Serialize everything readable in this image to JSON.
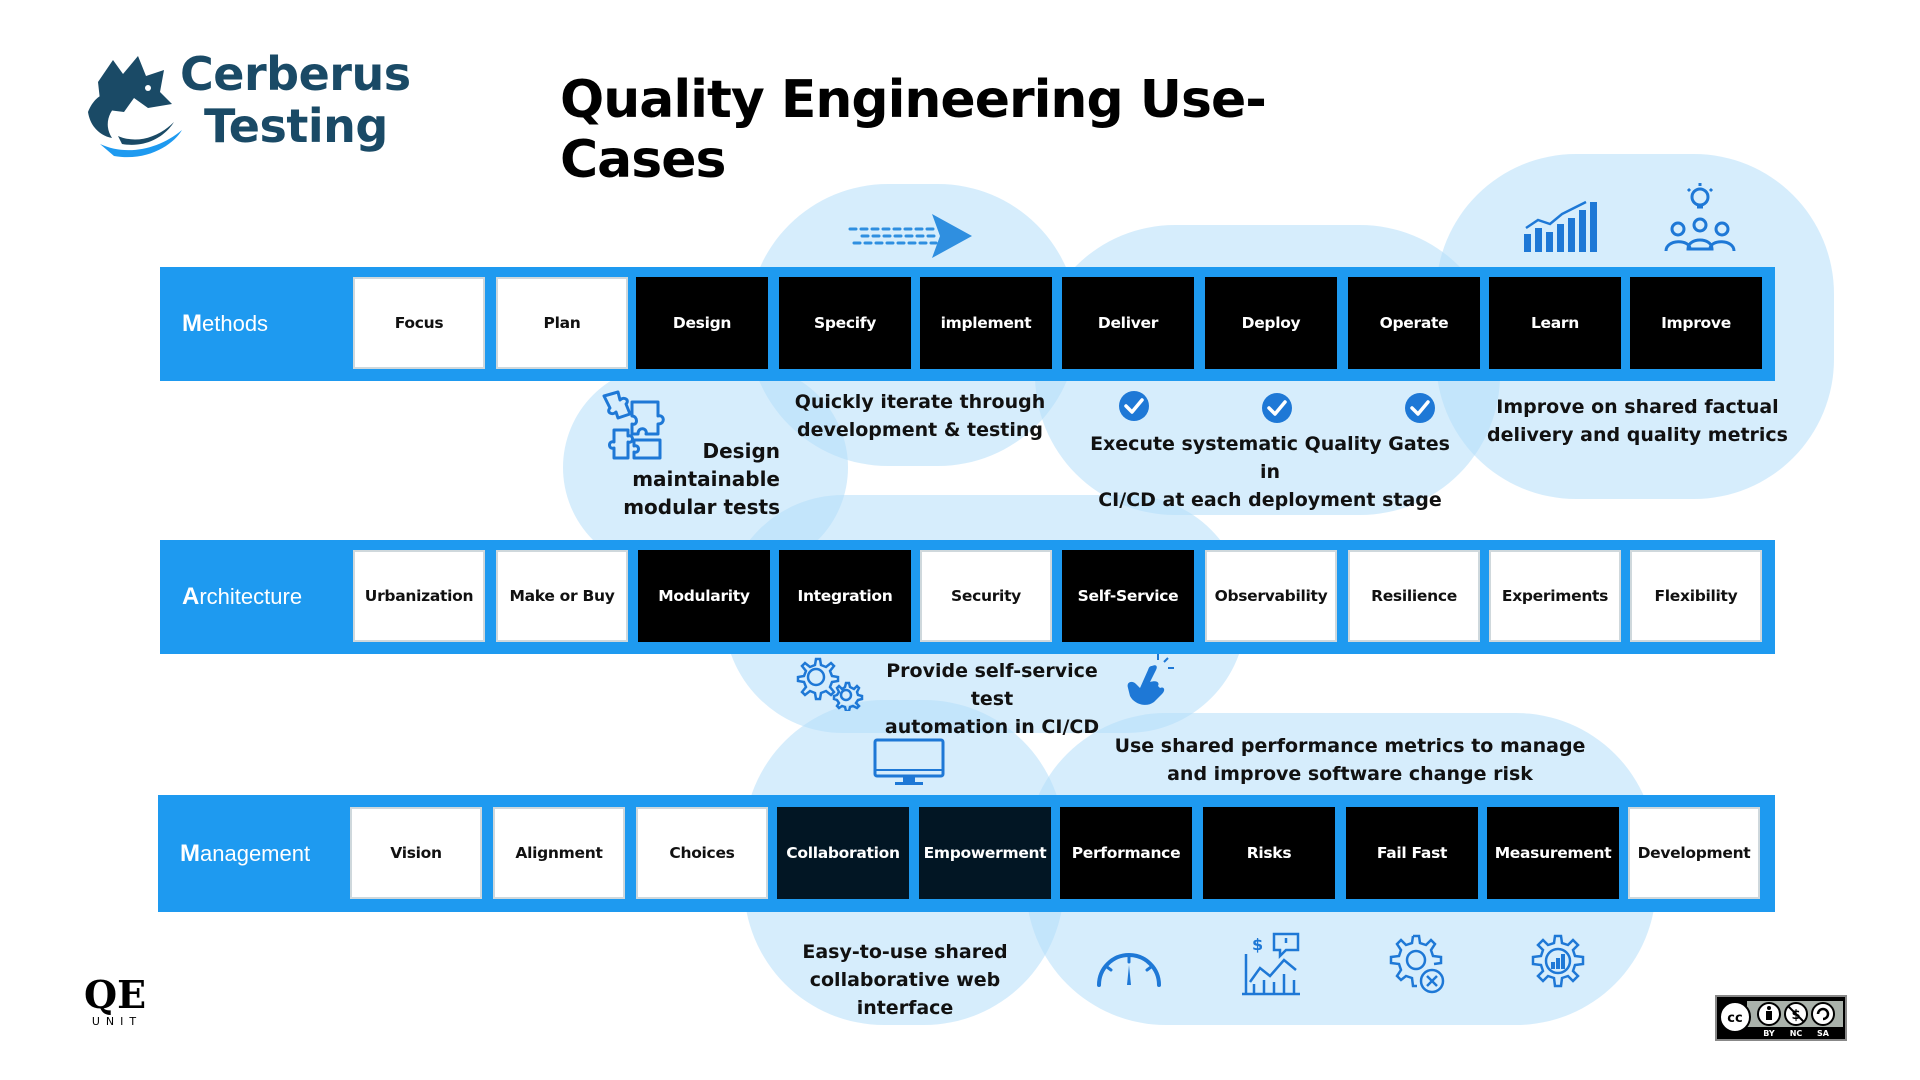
{
  "title": "Quality Engineering Use-Cases",
  "brand": {
    "line1": "Cerberus",
    "line2": "Testing"
  },
  "colors": {
    "accent": "#1e9af0",
    "bubble": "#b4defa",
    "dark_cell": "#000000",
    "brand_text": "#1a4a66"
  },
  "rows": {
    "methods": {
      "label_initial": "M",
      "label_rest": "ethods",
      "cells": [
        {
          "label": "Focus",
          "style": "light"
        },
        {
          "label": "Plan",
          "style": "light"
        },
        {
          "label": "Design",
          "style": "dark"
        },
        {
          "label": "Specify",
          "style": "dark"
        },
        {
          "label": "implement",
          "style": "dark"
        },
        {
          "label": "Deliver",
          "style": "dark"
        },
        {
          "label": "Deploy",
          "style": "dark"
        },
        {
          "label": "Operate",
          "style": "dark"
        },
        {
          "label": "Learn",
          "style": "dark"
        },
        {
          "label": "Improve",
          "style": "dark"
        }
      ]
    },
    "architecture": {
      "label_initial": "A",
      "label_rest": "rchitecture",
      "cells": [
        {
          "label": "Urbanization",
          "style": "light"
        },
        {
          "label": "Make or Buy",
          "style": "light"
        },
        {
          "label": "Modularity",
          "style": "dark"
        },
        {
          "label": "Integration",
          "style": "dark"
        },
        {
          "label": "Security",
          "style": "light"
        },
        {
          "label": "Self-Service",
          "style": "dark"
        },
        {
          "label": "Observability",
          "style": "light"
        },
        {
          "label": "Resilience",
          "style": "light"
        },
        {
          "label": "Experiments",
          "style": "light"
        },
        {
          "label": "Flexibility",
          "style": "light"
        }
      ]
    },
    "management": {
      "label_initial": "M",
      "label_rest": "anagement",
      "cells": [
        {
          "label": "Vision",
          "style": "light"
        },
        {
          "label": "Alignment",
          "style": "light"
        },
        {
          "label": "Choices",
          "style": "light"
        },
        {
          "label": "Collaboration",
          "style": "navy"
        },
        {
          "label": "Empowerment",
          "style": "navy"
        },
        {
          "label": "Performance",
          "style": "dark"
        },
        {
          "label": "Risks",
          "style": "dark"
        },
        {
          "label": "Fail Fast",
          "style": "dark"
        },
        {
          "label": "Measurement",
          "style": "dark"
        },
        {
          "label": "Development",
          "style": "light"
        }
      ]
    }
  },
  "captions": {
    "iterate": [
      "Quickly iterate through",
      "development & testing"
    ],
    "design": [
      "Design",
      "maintainable",
      "modular tests"
    ],
    "quality_gates": [
      "Execute systematic Quality Gates in",
      "CI/CD at each deployment stage"
    ],
    "improve": [
      "Improve on shared factual",
      "delivery and quality metrics"
    ],
    "self_service": [
      "Provide self-service test",
      "automation in CI/CD"
    ],
    "performance": [
      "Use shared performance metrics to manage",
      "and improve software change risk"
    ],
    "web": [
      "Easy-to-use shared",
      "collaborative web interface"
    ]
  },
  "icons": [
    "fast-arrow-icon",
    "bar-chart-growth-icon",
    "team-idea-icon",
    "puzzle-icon",
    "check-circle-icon",
    "gears-icon",
    "pointer-hand-icon",
    "monitor-icon",
    "speedometer-icon",
    "finance-chart-icon",
    "gear-cancel-icon",
    "gear-chart-icon",
    "cerberus-logo-icon"
  ],
  "footer": {
    "qe_logo": {
      "top": "QE",
      "sub": "UNIT"
    },
    "license_badge": {
      "labels": [
        "BY",
        "NC",
        "SA"
      ]
    }
  }
}
